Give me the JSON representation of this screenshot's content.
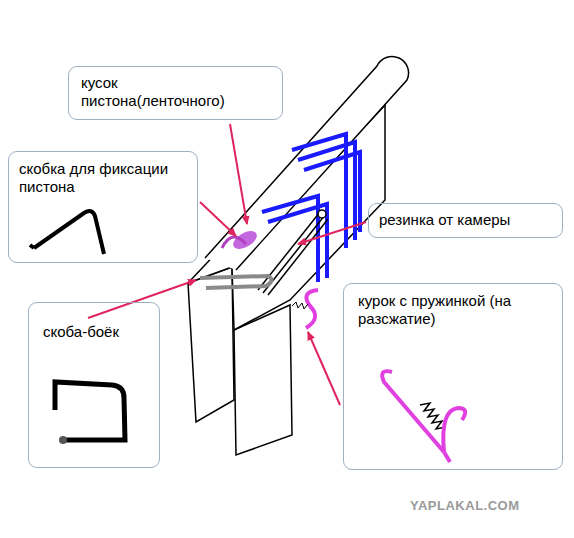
{
  "diagram": {
    "nodes": [
      {
        "text": [
          "кусок пистона(ленточного)"
        ]
      },
      {
        "text": [
          "скобка для фиксации пистона"
        ]
      },
      {
        "text": [
          "резинка от камеры"
        ]
      },
      {
        "text": [
          "скоба-боёк"
        ]
      },
      {
        "text": [
          "курок с пружинкой (на разсжатие)"
        ]
      }
    ],
    "labels": [
      "YAPLAKAL.COM"
    ]
  }
}
